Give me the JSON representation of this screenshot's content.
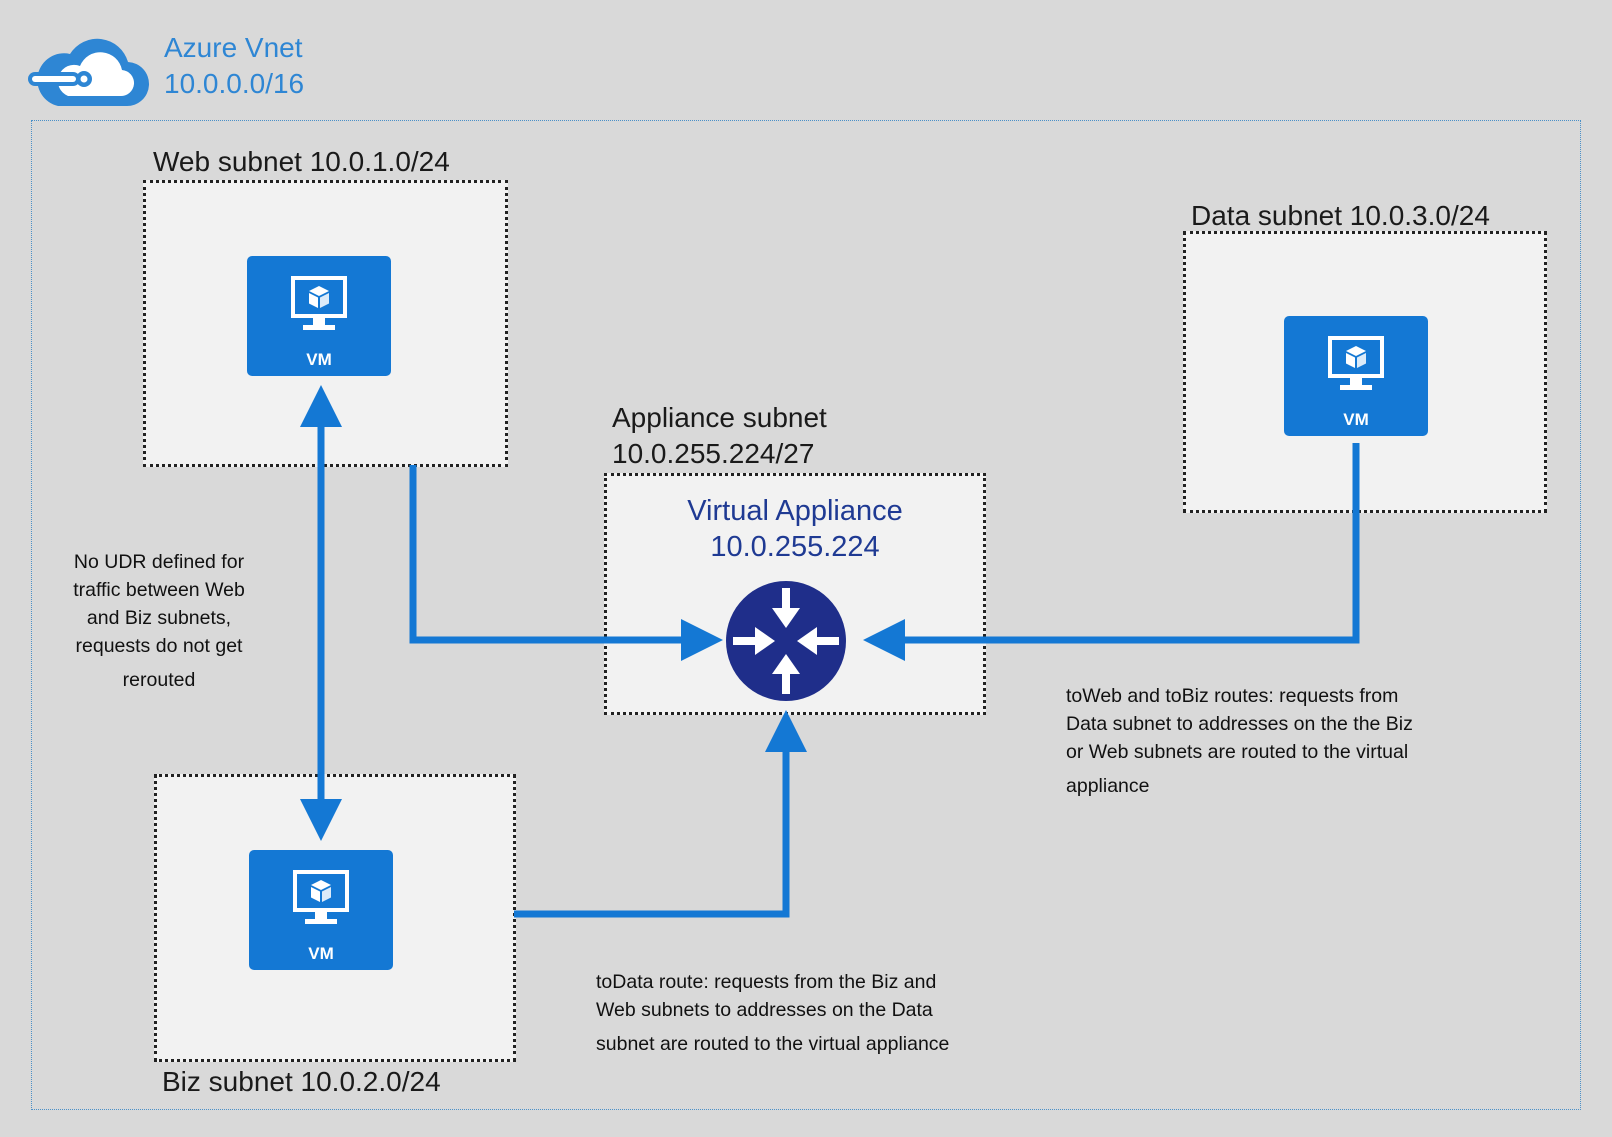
{
  "vnet": {
    "name": "Azure Vnet",
    "cidr": "10.0.0.0/16"
  },
  "subnets": {
    "web": "Web subnet 10.0.1.0/24",
    "data": "Data subnet 10.0.3.0/24",
    "appliance_line1": "Appliance subnet",
    "appliance_line2": "10.0.255.224/27",
    "biz": "Biz subnet 10.0.2.0/24"
  },
  "appliance": {
    "name": "Virtual Appliance",
    "ip": "10.0.255.224"
  },
  "vm_label": "VM",
  "notes": {
    "no_udr": [
      "No UDR defined for",
      "traffic between Web",
      "and Biz subnets,",
      "requests do not get",
      "rerouted"
    ],
    "to_web_biz": [
      "toWeb and toBiz routes: requests from",
      "Data subnet to addresses on the the Biz",
      "or Web subnets are routed to the virtual",
      "appliance"
    ],
    "to_data": [
      "toData route: requests from the Biz and",
      "Web subnets to addresses on the Data",
      "subnet are routed to the virtual appliance"
    ]
  },
  "colors": {
    "accent": "#1478d4",
    "appliance": "#1f2e8a",
    "vnet_text": "#2e86d4",
    "background": "#d9d9d9"
  },
  "icons": [
    "azure-vnet-cloud-icon",
    "vm-monitor-icon",
    "router-icon"
  ]
}
